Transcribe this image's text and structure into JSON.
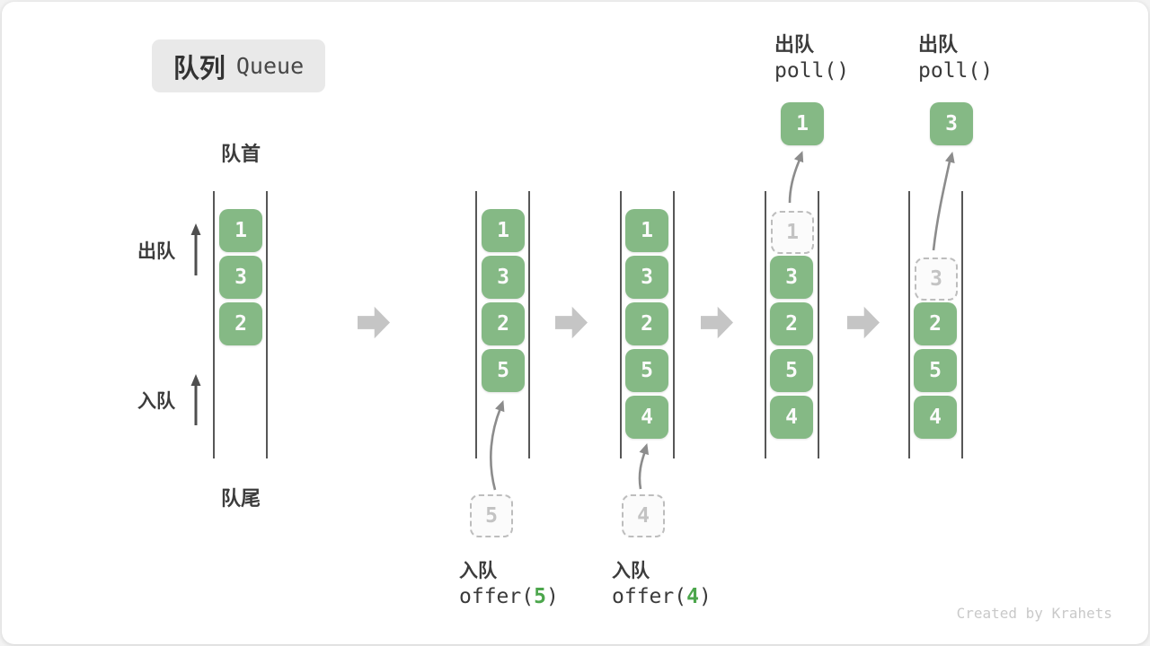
{
  "title": {
    "badge_zh": "队列",
    "badge_en": "Queue"
  },
  "side_labels": {
    "front": "队首",
    "rear": "队尾",
    "dequeue": "出队",
    "enqueue": "入队"
  },
  "ops": {
    "enqueue5": {
      "label": "入队",
      "code_pre": "offer(",
      "code_val": "5",
      "code_post": ")"
    },
    "enqueue4": {
      "label": "入队",
      "code_pre": "offer(",
      "code_val": "4",
      "code_post": ")"
    },
    "poll1": {
      "label": "出队",
      "code": "poll()",
      "popped_value": "1"
    },
    "poll2": {
      "label": "出队",
      "code": "poll()",
      "popped_value": "3"
    }
  },
  "states": [
    {
      "cells": [
        {
          "v": "1"
        },
        {
          "v": "3"
        },
        {
          "v": "2"
        }
      ]
    },
    {
      "cells": [
        {
          "v": "1"
        },
        {
          "v": "3"
        },
        {
          "v": "2"
        },
        {
          "v": "5"
        }
      ],
      "enqueue_value": "5"
    },
    {
      "cells": [
        {
          "v": "1"
        },
        {
          "v": "3"
        },
        {
          "v": "2"
        },
        {
          "v": "5"
        },
        {
          "v": "4"
        }
      ],
      "enqueue_value": "4"
    },
    {
      "cells": [
        {
          "v": "1",
          "dashed": true
        },
        {
          "v": "3"
        },
        {
          "v": "2"
        },
        {
          "v": "5"
        },
        {
          "v": "4"
        }
      ],
      "dequeue_value": "1"
    },
    {
      "cells": [
        {
          "v": "3",
          "dashed": true
        },
        {
          "v": "2"
        },
        {
          "v": "5"
        },
        {
          "v": "4"
        }
      ],
      "dequeue_value": "3"
    }
  ],
  "watermark": "Created by Krahets",
  "colors": {
    "box_green": "#85B985",
    "accent_green": "#4CA64C",
    "transition_arrow_gray": "#C5C5C5",
    "curve_arrow_gray": "#8C8C8C",
    "dark_text": "#3C3C3C"
  }
}
